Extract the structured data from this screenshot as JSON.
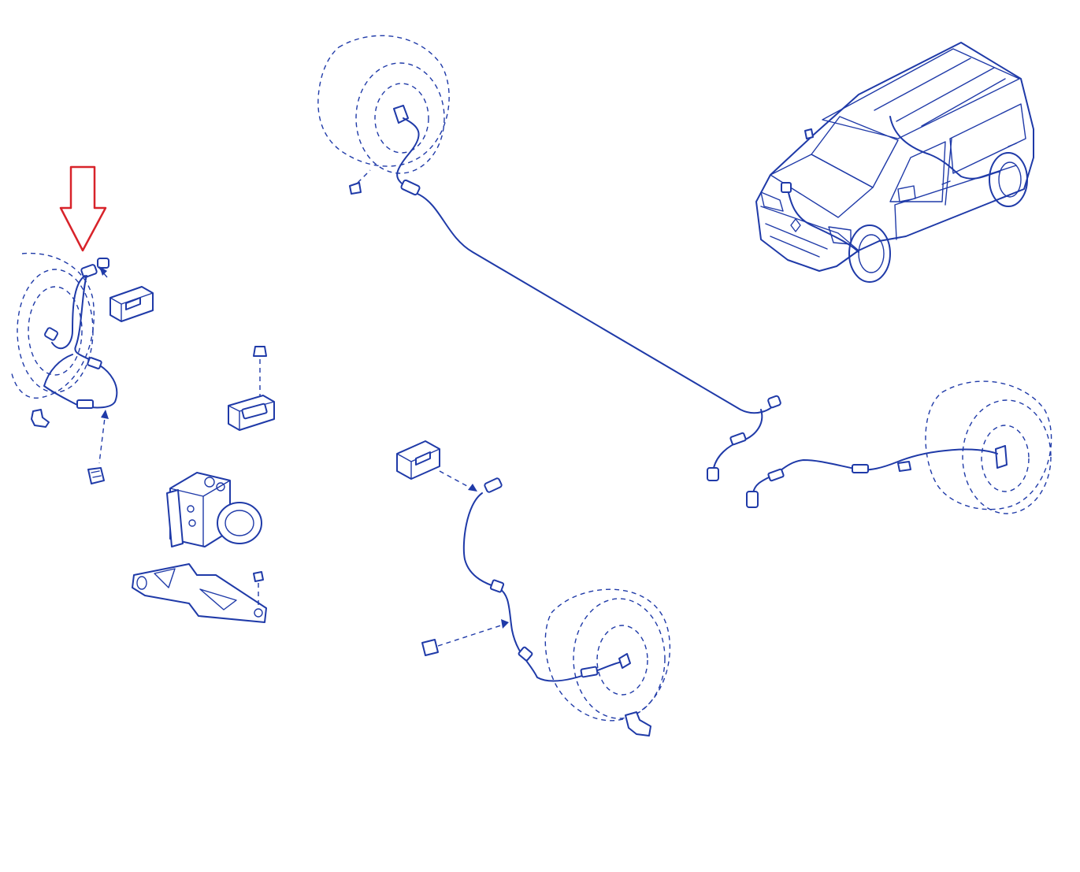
{
  "diagram": {
    "type": "exploded-parts-diagram",
    "subject": "wheel-speed-sensor-wiring-and-abs-unit",
    "colors": {
      "line": "#1f3aa8",
      "highlight_arrow": "#d8232a",
      "background": "#ffffff"
    },
    "parts": [
      {
        "name": "front-left-wheel-speed-sensor",
        "highlighted": true
      },
      {
        "name": "sensor-connector-clip-box"
      },
      {
        "name": "front-left-wheel"
      },
      {
        "name": "front-sensor-harness-clip"
      },
      {
        "name": "harness-retaining-clip"
      },
      {
        "name": "abs-hydraulic-unit"
      },
      {
        "name": "abs-mounting-bracket"
      },
      {
        "name": "abs-ecu-bracket-with-nut"
      },
      {
        "name": "rear-left-wheel"
      },
      {
        "name": "long-rear-harness"
      },
      {
        "name": "front-right-wheel"
      },
      {
        "name": "front-right-sensor-harness"
      },
      {
        "name": "rear-right-wheel"
      },
      {
        "name": "rear-right-sensor-harness"
      },
      {
        "name": "van-overview"
      }
    ],
    "highlight": {
      "icon": "down-arrow-icon",
      "target": "front-left-wheel-speed-sensor"
    }
  }
}
